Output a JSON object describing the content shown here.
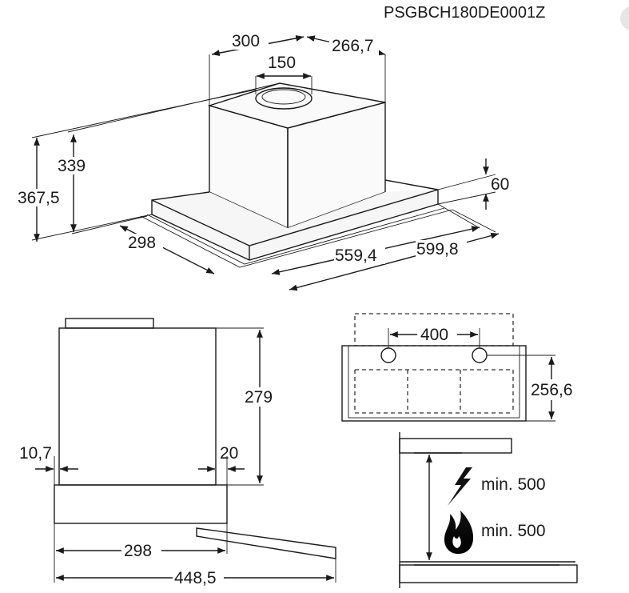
{
  "model_code": "PSGBCH180DE0001Z",
  "iso_view": {
    "width_top": "300",
    "depth_top": "266,7",
    "outlet_diameter": "150",
    "height_chimney": "339",
    "height_total": "367,5",
    "panel_thickness": "60",
    "depth": "298",
    "width_inner": "559,4",
    "width_outer": "599,8"
  },
  "side_view": {
    "height": "279",
    "offset_left": "10,7",
    "offset_right": "20",
    "depth": "298",
    "depth_extended": "448,5"
  },
  "front_view": {
    "hole_spacing": "400",
    "height": "256,6"
  },
  "install_view": {
    "electric_clearance": "min. 500",
    "gas_clearance": "min. 500"
  }
}
